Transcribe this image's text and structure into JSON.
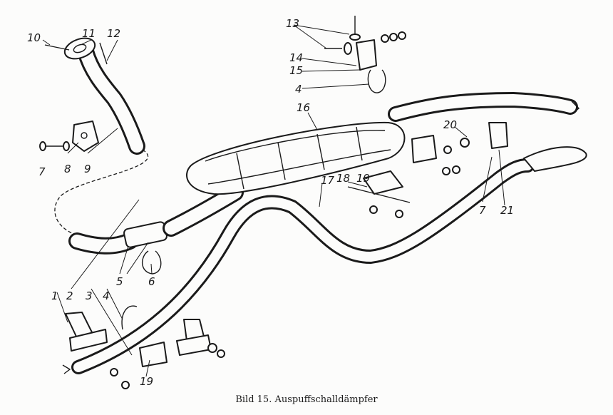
{
  "caption": "Bild 15. Auspuffschalldämpfer",
  "labels": {
    "l1": "1",
    "l2": "2",
    "l3": "3",
    "l4a": "4",
    "l4b": "4",
    "l5": "5",
    "l6": "6",
    "l7a": "7",
    "l7b": "7",
    "l8": "8",
    "l9": "9",
    "l10": "10",
    "l11": "11",
    "l12": "12",
    "l13": "13",
    "l14": "14",
    "l15": "15",
    "l16": "16",
    "l17": "17",
    "l18": "18",
    "l19a": "19",
    "l19b": "19",
    "l20": "20",
    "l21": "21"
  }
}
